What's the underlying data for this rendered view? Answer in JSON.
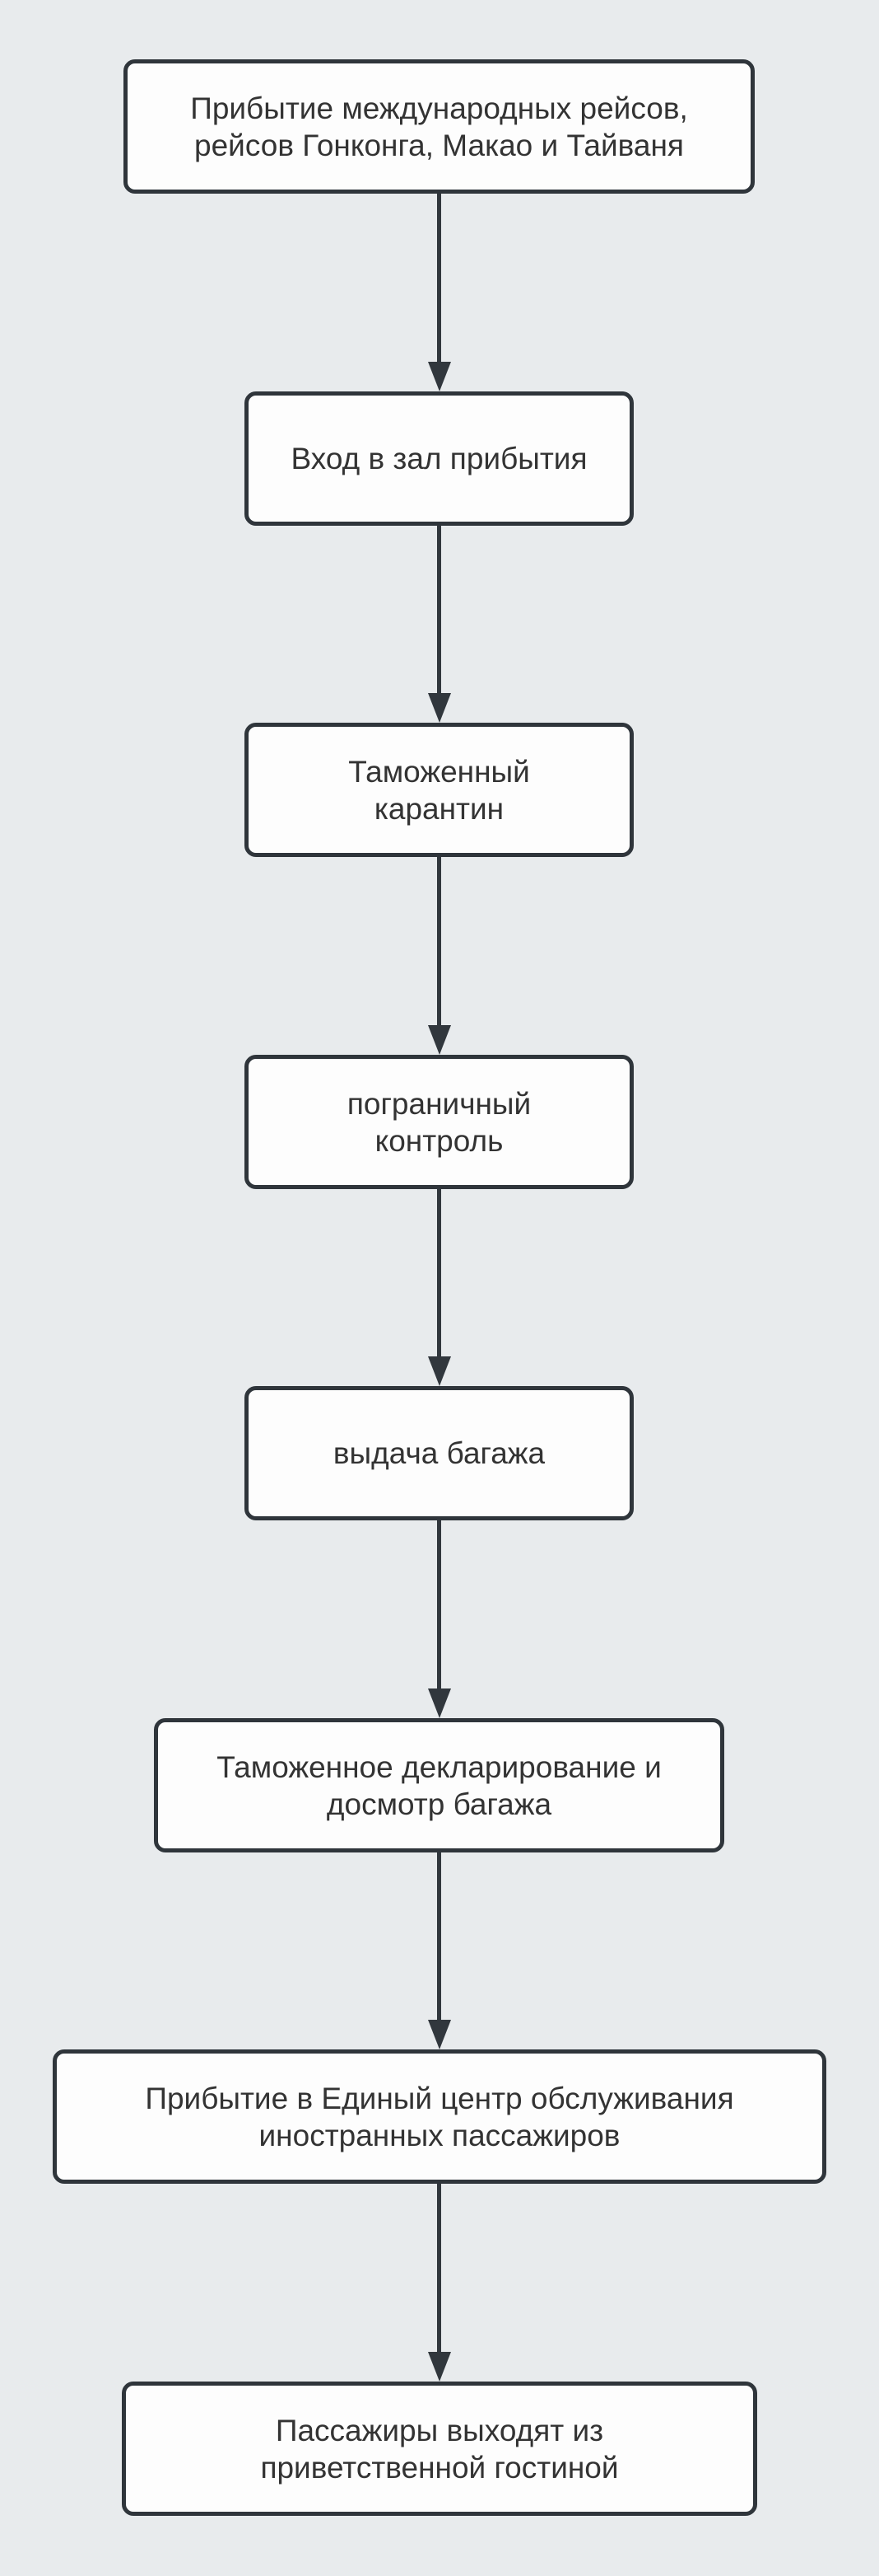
{
  "diagram": {
    "type": "flowchart",
    "direction": "top-down",
    "language": "ru",
    "nodes": [
      {
        "id": "international-flights-arrival",
        "label": "Прибытие международных рейсов,\nрейсов Гонконга, Макао и Тайваня"
      },
      {
        "id": "arrival-hall-entry",
        "label": "Вход в зал прибытия"
      },
      {
        "id": "customs-quarantine",
        "label": "Таможенный\nкарантин"
      },
      {
        "id": "border-control",
        "label": "пограничный\nконтроль"
      },
      {
        "id": "baggage-claim",
        "label": "выдача багажа"
      },
      {
        "id": "customs-declaration",
        "label": "Таможенное декларирование и\nдосмотр багажа"
      },
      {
        "id": "service-center-arrival",
        "label": "Прибытие в Единый центр обслуживания\nиностранных пассажиров"
      },
      {
        "id": "welcome-lounge-exit",
        "label": "Пассажиры выходят из\nприветственной гостиной"
      }
    ],
    "edges": [
      {
        "from": "international-flights-arrival",
        "to": "arrival-hall-entry"
      },
      {
        "from": "arrival-hall-entry",
        "to": "customs-quarantine"
      },
      {
        "from": "customs-quarantine",
        "to": "border-control"
      },
      {
        "from": "border-control",
        "to": "baggage-claim"
      },
      {
        "from": "baggage-claim",
        "to": "customs-declaration"
      },
      {
        "from": "customs-declaration",
        "to": "service-center-arrival"
      },
      {
        "from": "service-center-arrival",
        "to": "welcome-lounge-exit"
      }
    ],
    "colors": {
      "background": "#e8ebed",
      "node_fill": "#fdfdfd",
      "node_border": "#2f353b",
      "text": "#333333",
      "arrow": "#31373d"
    }
  }
}
